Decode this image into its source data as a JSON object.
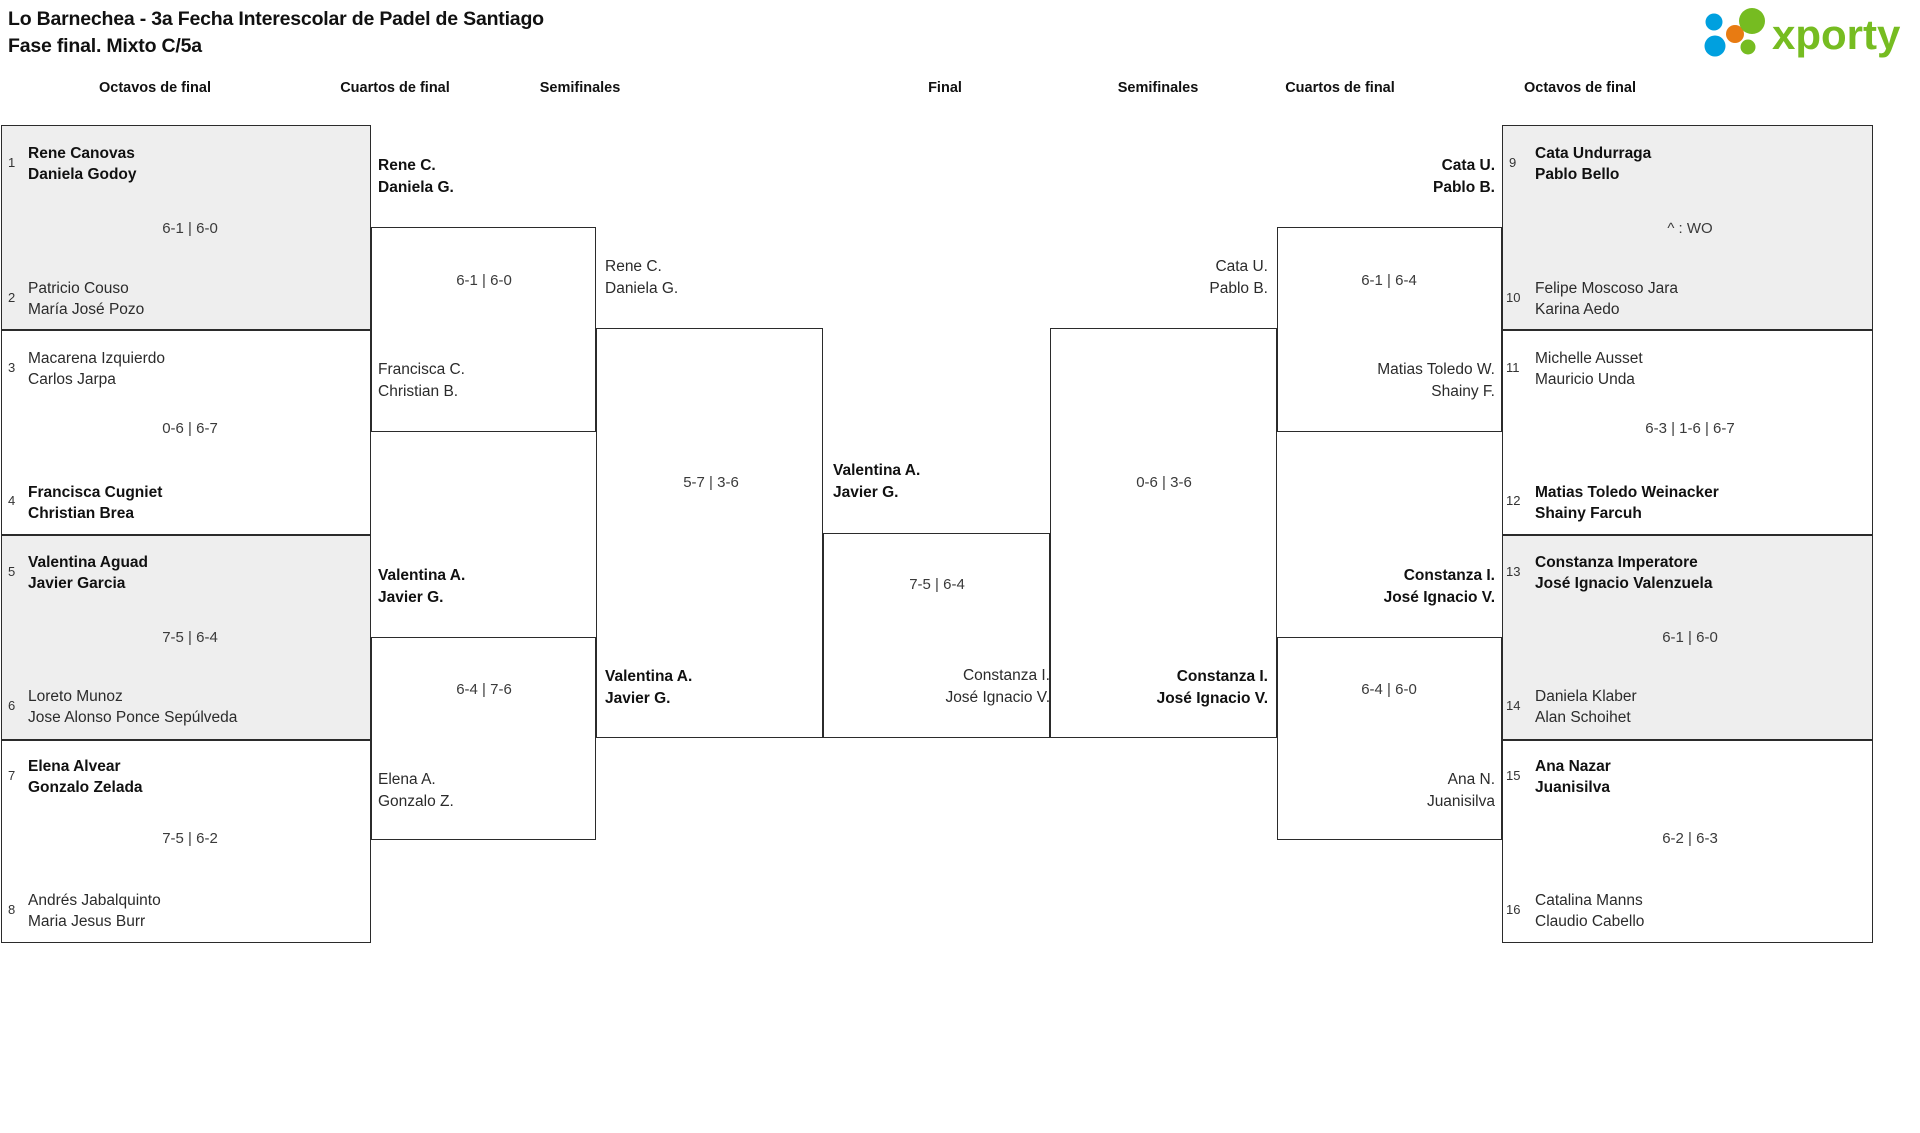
{
  "header": {
    "title_line1": "Lo Barnechea - 3a Fecha Interescolar de Padel de Santiago",
    "title_line2": "Fase final. Mixto C/5a",
    "logo_text": "xporty",
    "logo_colors": {
      "green": "#76bc21",
      "orange": "#e87b12",
      "blue": "#00a0df"
    }
  },
  "round_labels": {
    "left_r16": "Octavos de final",
    "left_qf": "Cuartos de final",
    "left_sf": "Semifinales",
    "final": "Final",
    "right_sf": "Semifinales",
    "right_qf": "Cuartos de final",
    "right_r16": "Octavos de final"
  },
  "left": {
    "r16": [
      {
        "seed_a": "1",
        "a1": "Rene Canovas",
        "a2": "Daniela Godoy",
        "a_win": true,
        "score": "6-1 | 6-0",
        "seed_b": "2",
        "b1": "Patricio Couso",
        "b2": "María José Pozo",
        "b_win": false,
        "shaded": true
      },
      {
        "seed_a": "3",
        "a1": "Macarena Izquierdo",
        "a2": "Carlos Jarpa",
        "a_win": false,
        "score": "0-6 | 6-7",
        "seed_b": "4",
        "b1": "Francisca Cugniet",
        "b2": "Christian Brea",
        "b_win": true,
        "shaded": false
      },
      {
        "seed_a": "5",
        "a1": "Valentina Aguad",
        "a2": "Javier Garcia",
        "a_win": true,
        "score": "7-5 | 6-4",
        "seed_b": "6",
        "b1": "Loreto Munoz",
        "b2": "Jose Alonso Ponce Sepúlveda",
        "b_win": false,
        "shaded": true
      },
      {
        "seed_a": "7",
        "a1": "Elena Alvear",
        "a2": "Gonzalo Zelada",
        "a_win": true,
        "score": "7-5 | 6-2",
        "seed_b": "8",
        "b1": "Andrés Jabalquinto",
        "b2": "Maria Jesus Burr",
        "b_win": false,
        "shaded": false
      }
    ],
    "qf": [
      {
        "a1": "Rene C.",
        "a2": "Daniela G.",
        "a_win": true,
        "score": "6-1 | 6-0",
        "b1": "Francisca C.",
        "b2": "Christian B.",
        "b_win": false
      },
      {
        "a1": "Valentina A.",
        "a2": "Javier G.",
        "a_win": true,
        "score": "6-4 | 7-6",
        "b1": "Elena A.",
        "b2": "Gonzalo Z.",
        "b_win": false
      }
    ],
    "sf": [
      {
        "a1": "Rene C.",
        "a2": "Daniela G.",
        "a_win": false,
        "score": "5-7 | 3-6",
        "b1": "Valentina A.",
        "b2": "Javier G.",
        "b_win": true
      }
    ]
  },
  "final": {
    "a1": "Valentina A.",
    "a2": "Javier G.",
    "a_win": true,
    "score": "7-5 | 6-4",
    "b1": "Constanza I.",
    "b2": "José Ignacio V.",
    "b_win": false
  },
  "right": {
    "sf": [
      {
        "a1": "Cata U.",
        "a2": "Pablo B.",
        "a_win": false,
        "score": "0-6 | 3-6",
        "b1": "Constanza I.",
        "b2": "José Ignacio V.",
        "b_win": true
      }
    ],
    "qf": [
      {
        "a1": "Cata U.",
        "a2": "Pablo B.",
        "a_win": true,
        "score": "6-1 | 6-4",
        "b1": "Matias Toledo W.",
        "b2": "Shainy F.",
        "b_win": false
      },
      {
        "a1": "Constanza I.",
        "a2": "José Ignacio V.",
        "a_win": true,
        "score": "6-4 | 6-0",
        "b1": "Ana N.",
        "b2": "Juanisilva",
        "b_win": false
      }
    ],
    "r16": [
      {
        "seed_a": "9",
        "a1": "Cata Undurraga",
        "a2": "Pablo Bello",
        "a_win": true,
        "score": "^ : WO",
        "seed_b": "10",
        "b1": "Felipe Moscoso Jara",
        "b2": "Karina Aedo",
        "b_win": false,
        "shaded": true
      },
      {
        "seed_a": "11",
        "a1": "Michelle Ausset",
        "a2": "Mauricio Unda",
        "a_win": false,
        "score": "6-3 | 1-6 | 6-7",
        "seed_b": "12",
        "b1": "Matias Toledo Weinacker",
        "b2": "Shainy Farcuh",
        "b_win": true,
        "shaded": false
      },
      {
        "seed_a": "13",
        "a1": "Constanza Imperatore",
        "a2": "José Ignacio Valenzuela",
        "a_win": true,
        "score": "6-1 | 6-0",
        "seed_b": "14",
        "b1": "Daniela Klaber",
        "b2": "Alan Schoihet",
        "b_win": false,
        "shaded": true
      },
      {
        "seed_a": "15",
        "a1": "Ana Nazar",
        "a2": "Juanisilva",
        "a_win": true,
        "score": "6-2 | 6-3",
        "seed_b": "16",
        "b1": "Catalina Manns",
        "b2": "Claudio Cabello",
        "b_win": false,
        "shaded": false
      }
    ]
  }
}
